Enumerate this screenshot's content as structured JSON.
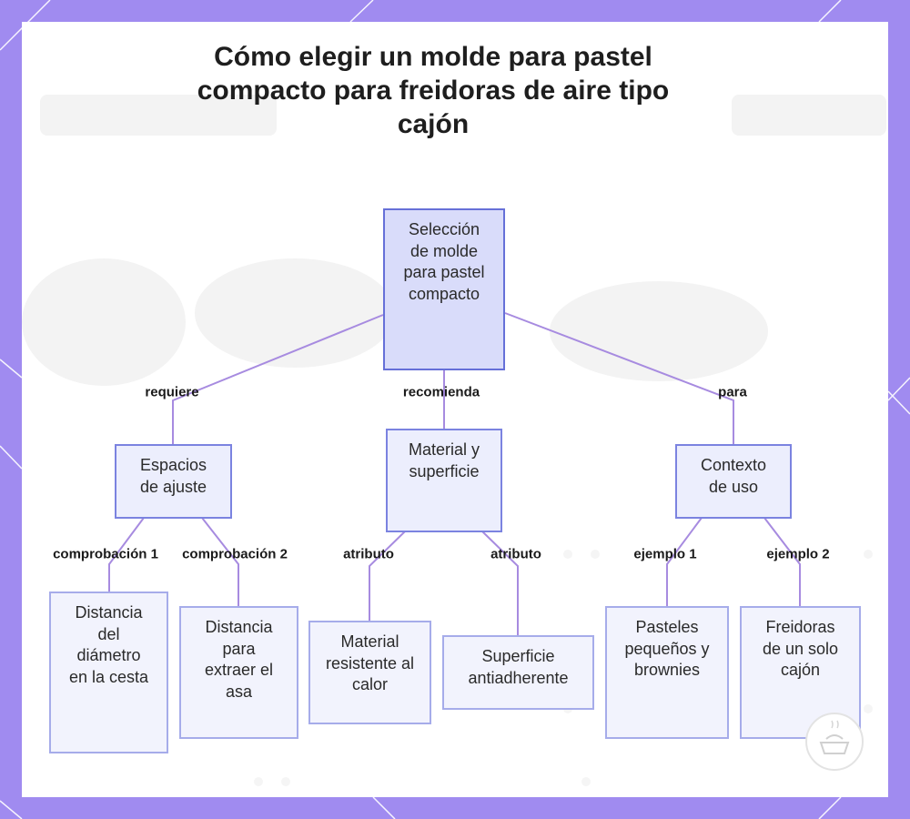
{
  "title": "Cómo elegir un molde para pastel compacto para freidoras de aire tipo cajón",
  "nodes": {
    "root": "Selección de molde para pastel compacto",
    "espacios": "Espacios de ajuste",
    "material": "Material y superficie",
    "contexto": "Contexto de uso",
    "distancia_diametro": "Distancia del diámetro en la cesta",
    "distancia_asa": "Distancia para extraer el asa",
    "material_calor": "Material resistente al calor",
    "superficie": "Superficie antiadherente",
    "pasteles": "Pasteles pequeños y brownies",
    "freidoras": "Freidoras de un solo cajón"
  },
  "edges": {
    "requiere": "requiere",
    "recomienda": "recomienda",
    "para": "para",
    "comprobacion1": "comprobación 1",
    "comprobacion2": "comprobación 2",
    "atributo1": "atributo",
    "atributo2": "atributo",
    "ejemplo1": "ejemplo 1",
    "ejemplo2": "ejemplo 2"
  },
  "colors": {
    "frame": "#a08bf0",
    "node_fill": "#eceefd",
    "node_border": "#7b83e0",
    "connector": "#a78be0"
  }
}
